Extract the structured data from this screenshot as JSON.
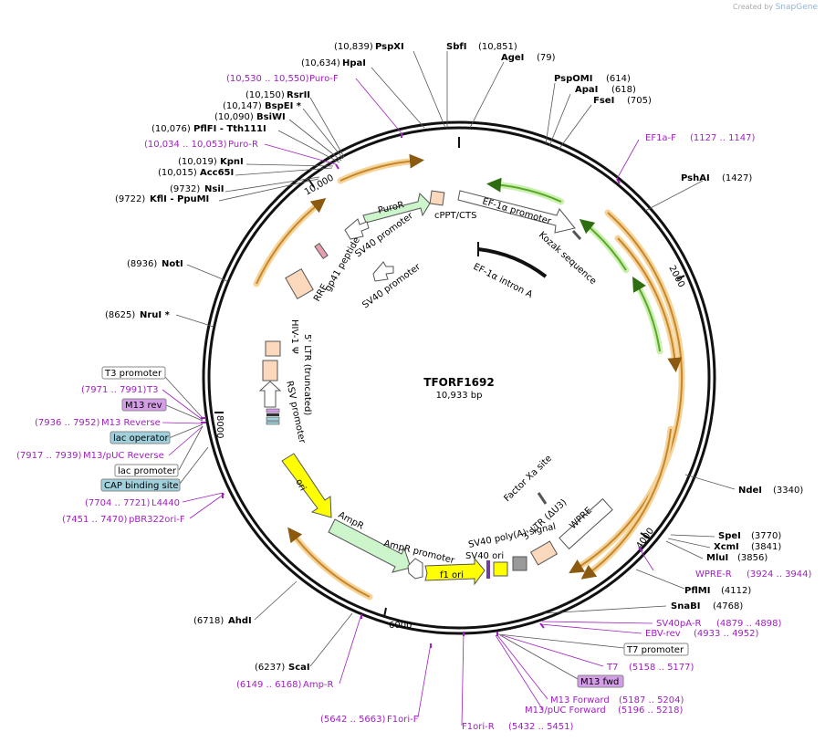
{
  "header": {
    "created_by": "Created by",
    "brand": "SnapGene"
  },
  "plasmid": {
    "name": "TFORF1692",
    "size": "10,933 bp"
  },
  "ticks": [
    "10,000",
    "2000",
    "4000",
    "6000",
    "8000"
  ],
  "sites": [
    {
      "name": "PspXI",
      "pos": "(10,839)"
    },
    {
      "name": "SbfI",
      "pos": "(10,851)"
    },
    {
      "name": "AgeI",
      "pos": "(79)"
    },
    {
      "name": "HpaI",
      "pos": "(10,634)"
    },
    {
      "name": "PspOMI",
      "pos": "(614)"
    },
    {
      "name": "ApaI",
      "pos": "(618)"
    },
    {
      "name": "FseI",
      "pos": "(705)"
    },
    {
      "name": "RsrII",
      "pos": "(10,150)"
    },
    {
      "name": "BspEI *",
      "pos": "(10,147)"
    },
    {
      "name": "BsiWI",
      "pos": "(10,090)"
    },
    {
      "name": "PflFI - Tth111I",
      "pos": "(10,076)"
    },
    {
      "name": "KpnI",
      "pos": "(10,019)"
    },
    {
      "name": "Acc65I",
      "pos": "(10,015)"
    },
    {
      "name": "NsiI",
      "pos": "(9732)"
    },
    {
      "name": "KflI - PpuMI",
      "pos": "(9722)"
    },
    {
      "name": "PshAI",
      "pos": "(1427)"
    },
    {
      "name": "NotI",
      "pos": "(8936)"
    },
    {
      "name": "NruI *",
      "pos": "(8625)"
    },
    {
      "name": "NdeI",
      "pos": "(3340)"
    },
    {
      "name": "SpeI",
      "pos": "(3770)"
    },
    {
      "name": "XcmI",
      "pos": "(3841)"
    },
    {
      "name": "MluI",
      "pos": "(3856)"
    },
    {
      "name": "PflMI",
      "pos": "(4112)"
    },
    {
      "name": "SnaBI",
      "pos": "(4768)"
    },
    {
      "name": "AhdI",
      "pos": "(6718)"
    },
    {
      "name": "ScaI",
      "pos": "(6237)"
    }
  ],
  "primers": [
    {
      "name": "Puro-F",
      "range": "(10,530 .. 10,550)"
    },
    {
      "name": "Puro-R",
      "range": "(10,034 .. 10,053)"
    },
    {
      "name": "EF1a-F",
      "range": "(1127 .. 1147)"
    },
    {
      "name": "T3",
      "range": "(7971 .. 7991)"
    },
    {
      "name": "M13 Reverse",
      "range": "(7936 .. 7952)"
    },
    {
      "name": "M13/pUC Reverse",
      "range": "(7917 .. 7939)"
    },
    {
      "name": "L4440",
      "range": "(7704 .. 7721)"
    },
    {
      "name": "pBR322ori-F",
      "range": "(7451 .. 7470)"
    },
    {
      "name": "WPRE-R",
      "range": "(3924 .. 3944)"
    },
    {
      "name": "SV40pA-R",
      "range": "(4879 .. 4898)"
    },
    {
      "name": "EBV-rev",
      "range": "(4933 .. 4952)"
    },
    {
      "name": "T7",
      "range": "(5158 .. 5177)"
    },
    {
      "name": "M13 Forward",
      "range": "(5187 .. 5204)"
    },
    {
      "name": "M13/pUC Forward",
      "range": "(5196 .. 5218)"
    },
    {
      "name": "F1ori-R",
      "range": "(5432 .. 5451)"
    },
    {
      "name": "F1ori-F",
      "range": "(5642 .. 5663)"
    },
    {
      "name": "Amp-R",
      "range": "(6149 .. 6168)"
    }
  ],
  "boxed_labels": [
    {
      "text": "T3 promoter",
      "fill": "#ffffff"
    },
    {
      "text": "M13 rev",
      "fill": "#d49de8"
    },
    {
      "text": "lac operator",
      "fill": "#9fd0dc"
    },
    {
      "text": "lac promoter",
      "fill": "#ffffff"
    },
    {
      "text": "CAP binding site",
      "fill": "#9fd0dc"
    },
    {
      "text": "T7 promoter",
      "fill": "#ffffff"
    },
    {
      "text": "M13 fwd",
      "fill": "#d49de8"
    }
  ],
  "features": {
    "puror": "PuroR",
    "cppt": "cPPT/CTS",
    "ef1a_promoter": "EF-1α promoter",
    "kozak": "Kozak sequence",
    "ef1a_intron": "EF-1α intron A",
    "sv40_promoter_1": "SV40 promoter",
    "sv40_promoter_2": "SV40 promoter",
    "gp41": "gp41 peptide",
    "rre": "RRE",
    "hiv_psi": "HIV-1 Ψ",
    "ltr5": "5' LTR (truncated)",
    "rsv": "RSV promoter",
    "ori": "ori",
    "ampr": "AmpR",
    "ampr_promoter": "AmpR promoter",
    "f1ori": "f1 ori",
    "sv40_ori": "SV40 ori",
    "sv40_polya": "SV40 poly(A) signal",
    "ltr3": "3' LTR (ΔU3)",
    "wpre": "WPRE",
    "factor_xa": "Factor Xa site"
  },
  "colors": {
    "enzyme": "#000000",
    "primer": "#a020c0",
    "orf_orange": "#c8862a",
    "orf_glow": "#f5d49a",
    "green_arrow": "#5aa82a",
    "yellow": "#ffff00",
    "peach": "#fcd9bd",
    "light_green": "#ccf5cc"
  }
}
